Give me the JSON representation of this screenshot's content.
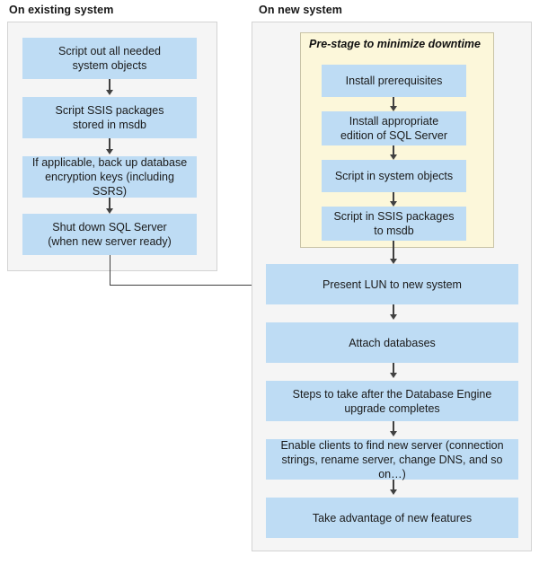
{
  "diagram": {
    "title_left": "On existing system",
    "title_right": "On new system",
    "prestage_label": "Pre-stage to minimize downtime",
    "colors": {
      "node_fill": "#bedcf4",
      "panel_fill": "#f5f5f5",
      "panel_border": "#d3d3d3",
      "prestage_fill": "#fcf7da",
      "prestage_border": "#c9c4a8",
      "arrow": "#404040",
      "text": "#1a1a1a"
    },
    "existing_system_steps": [
      {
        "id": "script-out-system-objects",
        "line1": "Script out all needed",
        "line2": "system objects"
      },
      {
        "id": "script-ssis-packages",
        "line1": "Script SSIS packages",
        "line2": "stored in msdb"
      },
      {
        "id": "back-up-encryption-keys",
        "line1": "If applicable, back up database",
        "line2": "encryption keys (including SSRS)"
      },
      {
        "id": "shut-down-sql-server",
        "line1": "Shut down SQL Server",
        "line2": "(when new server ready)"
      }
    ],
    "prestage_steps": [
      {
        "id": "install-prerequisites",
        "line1": "Install prerequisites",
        "line2": ""
      },
      {
        "id": "install-sql-server-edition",
        "line1": "Install appropriate",
        "line2": "edition of SQL Server"
      },
      {
        "id": "script-in-system-objects",
        "line1": "Script in system objects",
        "line2": ""
      },
      {
        "id": "script-in-ssis-packages",
        "line1": "Script in SSIS packages",
        "line2": "to msdb"
      }
    ],
    "new_system_steps": [
      {
        "id": "present-lun",
        "line1": "Present LUN to new system",
        "line2": ""
      },
      {
        "id": "attach-databases",
        "line1": "Attach databases",
        "line2": ""
      },
      {
        "id": "post-upgrade-steps",
        "line1": "Steps to take after the Database Engine",
        "line2": "upgrade completes"
      },
      {
        "id": "enable-clients-find-server",
        "line1": "Enable clients to find new server (connection",
        "line2": "strings, rename server, change DNS, and so on…)"
      },
      {
        "id": "take-advantage-new-features",
        "line1": "Take advantage of new features",
        "line2": ""
      }
    ]
  }
}
